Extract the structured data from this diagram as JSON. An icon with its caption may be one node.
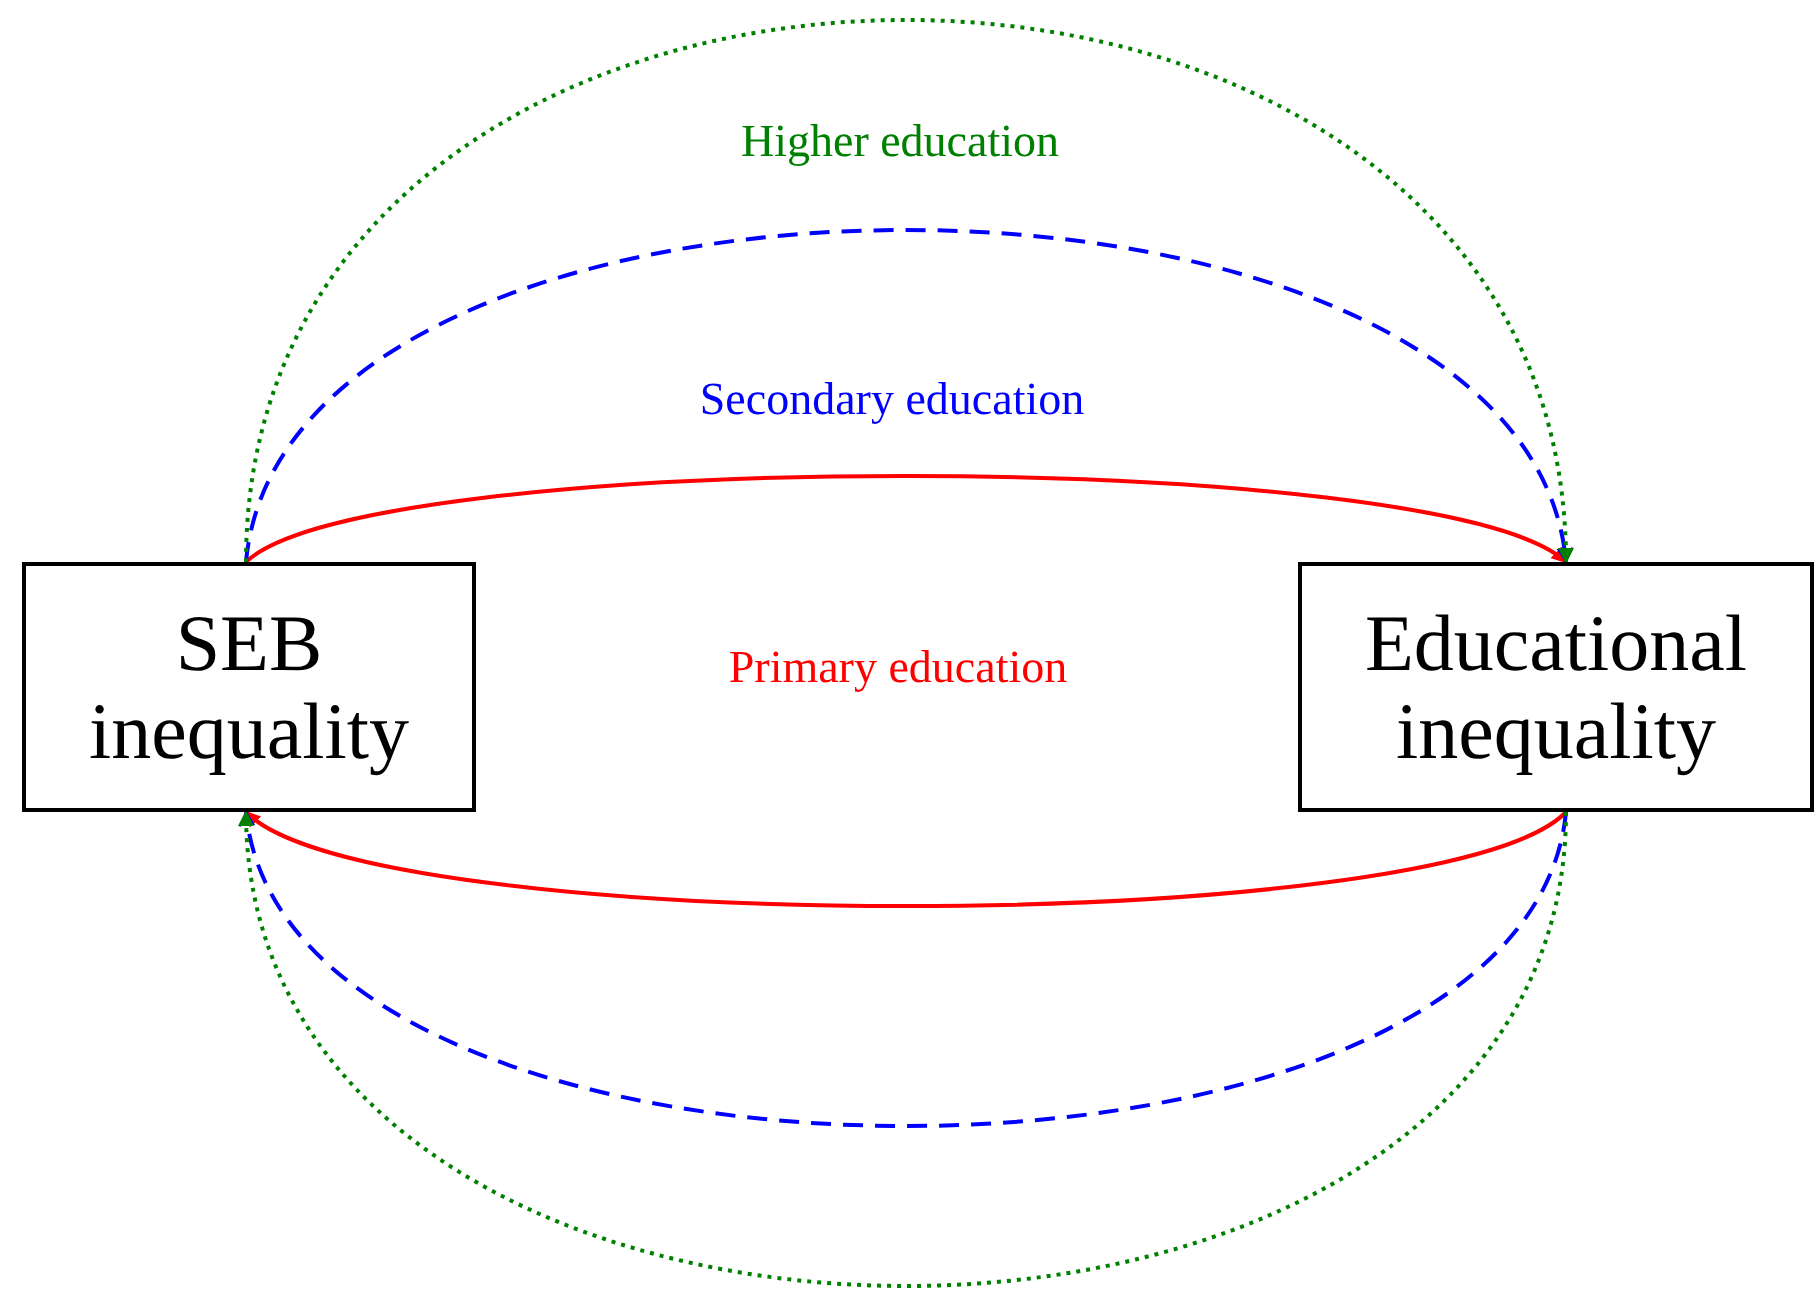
{
  "diagram": {
    "nodes": [
      {
        "text": [
          "SEB inequality"
        ]
      },
      {
        "text": [
          "Educational inequality"
        ]
      }
    ],
    "edges": [
      {
        "from": 0,
        "to": 1,
        "arrow": "to"
      },
      {
        "from": 0,
        "to": 1,
        "arrow": "to",
        "style": "dashed",
        "color": "#0000ff"
      },
      {
        "from": 0,
        "to": 1,
        "arrow": "to",
        "style": "dashed",
        "color": "#008000"
      },
      {
        "from": 1,
        "to": 0,
        "arrow": "to"
      },
      {
        "from": 1,
        "to": 0,
        "arrow": "to",
        "style": "dashed",
        "color": "#0000ff"
      },
      {
        "from": 1,
        "to": 0,
        "arrow": "to",
        "style": "dashed",
        "color": "#008000"
      }
    ],
    "labels": [
      "Higher education",
      "Secondary education",
      "Primary education"
    ]
  }
}
